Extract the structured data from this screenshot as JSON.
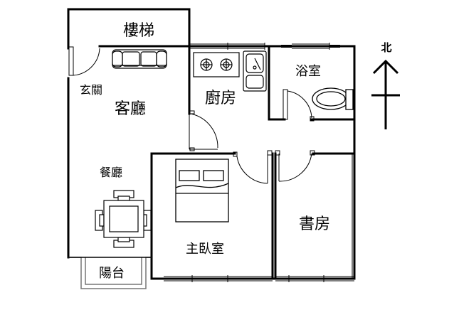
{
  "rooms": {
    "stairs": "樓梯",
    "entrance": "玄關",
    "living_room": "客廳",
    "kitchen": "廚房",
    "bathroom": "浴室",
    "dining_room": "餐廳",
    "master_bedroom": "主臥室",
    "study": "書房",
    "balcony": "陽台"
  },
  "compass": {
    "north_label": "北"
  },
  "colors": {
    "line": "#000000",
    "background": "#ffffff",
    "grey": "#777777"
  }
}
